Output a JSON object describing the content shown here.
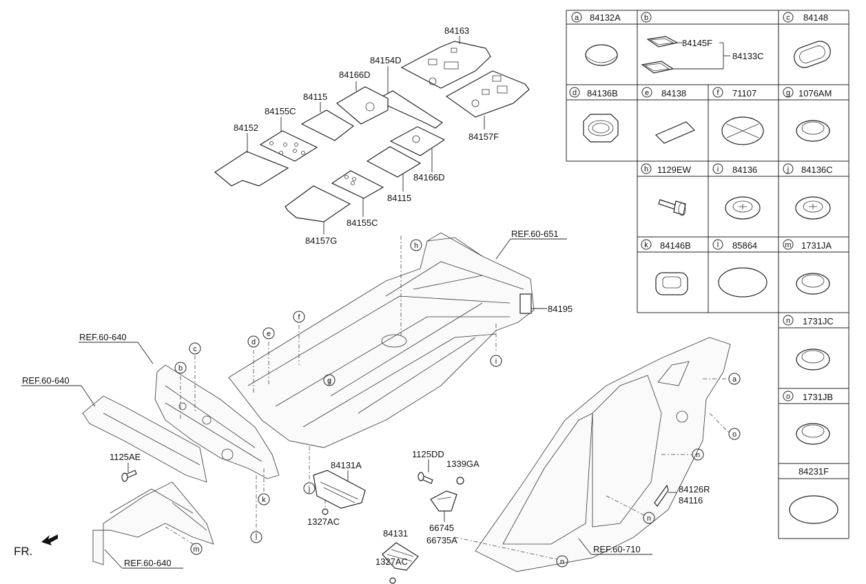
{
  "mats": {
    "p84163": "84163",
    "p84154D": "84154D",
    "p84166D_top": "84166D",
    "p84115_top": "84115",
    "p84155C_top": "84155C",
    "p84152": "84152",
    "p84157F": "84157F",
    "p84166D_bot": "84166D",
    "p84115_bot": "84115",
    "p84155C_bot": "84155C",
    "p84157G": "84157G"
  },
  "main_labels": {
    "ref_651": "REF.60-651",
    "ref_640_a": "REF.60-640",
    "ref_640_b": "REF.60-640",
    "ref_640_c": "REF.60-640",
    "ref_710": "REF.60-710",
    "p84195": "84195",
    "p1125AE": "1125AE",
    "p84131A": "84131A",
    "p1327AC_a": "1327AC",
    "p1125DD": "1125DD",
    "p1339GA": "1339GA",
    "p84131": "84131",
    "p1327AC_b": "1327AC",
    "p66745": "66745",
    "p66735A": "66735A",
    "p84126R": "84126R",
    "p84116": "84116",
    "fr": "FR."
  },
  "callouts": {
    "h": "h",
    "e": "e",
    "f": "f",
    "d": "d",
    "i": "i",
    "c": "c",
    "b": "b",
    "g": "g",
    "j": "j",
    "k": "k",
    "l": "l",
    "m": "m",
    "a": "a",
    "o": "o",
    "n1": "n",
    "n2": "n",
    "n3": "n"
  },
  "legend": [
    {
      "letter": "a",
      "part": "84132A",
      "icon": "round-grommet-icon"
    },
    {
      "letter": "b",
      "part": "",
      "icon": "rect-plug-pair-icon",
      "sub1": "84145F",
      "sub2": "84133C"
    },
    {
      "letter": "c",
      "part": "84148",
      "icon": "oval-plug-icon"
    },
    {
      "letter": "d",
      "part": "84136B",
      "icon": "octagon-plug-icon"
    },
    {
      "letter": "e",
      "part": "84138",
      "icon": "pad-icon"
    },
    {
      "letter": "f",
      "part": "71107",
      "icon": "cross-plug-icon"
    },
    {
      "letter": "g",
      "part": "1076AM",
      "icon": "round-plug-icon"
    },
    {
      "letter": "h",
      "part": "1129EW",
      "icon": "bolt-icon"
    },
    {
      "letter": "i",
      "part": "84136",
      "icon": "flat-plug-icon"
    },
    {
      "letter": "j",
      "part": "84136C",
      "icon": "flat-plug-icon"
    },
    {
      "letter": "k",
      "part": "84146B",
      "icon": "square-grommet-icon"
    },
    {
      "letter": "l",
      "part": "85864",
      "icon": "ellipse-pad-icon"
    },
    {
      "letter": "m",
      "part": "1731JA",
      "icon": "round-plug-icon"
    },
    {
      "letter": "n",
      "part": "1731JC",
      "icon": "round-plug-icon"
    },
    {
      "letter": "o",
      "part": "1731JB",
      "icon": "round-plug-icon"
    },
    {
      "letter": "",
      "part": "84231F",
      "icon": "ellipse-pad-icon"
    }
  ]
}
